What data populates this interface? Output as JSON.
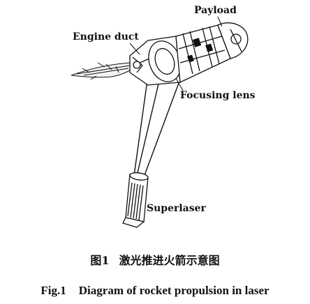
{
  "diagram": {
    "labels": {
      "payload": "Payload",
      "engine_duct": "Engine duct",
      "focusing_lens": "Focusing lens",
      "superlaser": "Superlaser"
    }
  },
  "caption": {
    "cn_number": "图1",
    "cn_text": "激光推进火箭示意图",
    "en_number": "Fig.1",
    "en_text": "Diagram of rocket propulsion in laser"
  },
  "colors": {
    "ink": "#111111",
    "background": "#ffffff"
  }
}
